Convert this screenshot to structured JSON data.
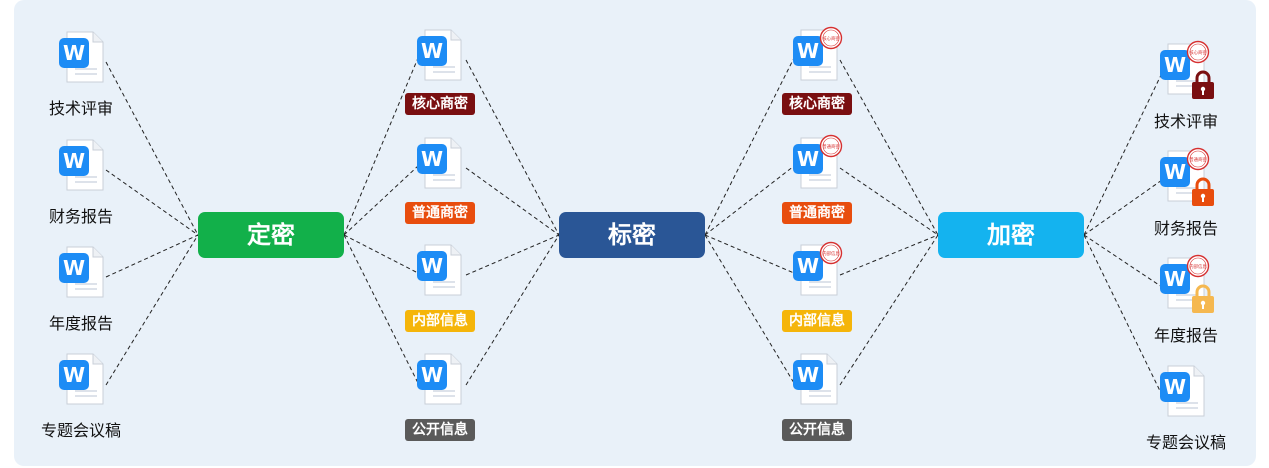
{
  "stages": {
    "define": {
      "label": "定密",
      "color": "#12b04a"
    },
    "mark": {
      "label": "标密",
      "color": "#2a5696"
    },
    "encrypt": {
      "label": "加密",
      "color": "#14b3ef"
    }
  },
  "source_docs": [
    "技术评审",
    "财务报告",
    "年度报告",
    "专题会议稿"
  ],
  "levels": [
    {
      "label": "核心商密",
      "color": "#7a0f11"
    },
    {
      "label": "普通商密",
      "color": "#e84d0e"
    },
    {
      "label": "内部信息",
      "color": "#f5b50a"
    },
    {
      "label": "公开信息",
      "color": "#5a5a5a"
    }
  ],
  "stamps": [
    "核心商密",
    "普通商密",
    "内部信息"
  ],
  "lock_colors": [
    "#7a0f11",
    "#e84d0e",
    "#f5b850"
  ],
  "encrypted_docs": [
    "技术评审",
    "财务报告",
    "年度报告",
    "专题会议稿"
  ],
  "doc_icon": {
    "name": "word-document-icon",
    "glyph": "W",
    "color": "#1d8cf5"
  }
}
